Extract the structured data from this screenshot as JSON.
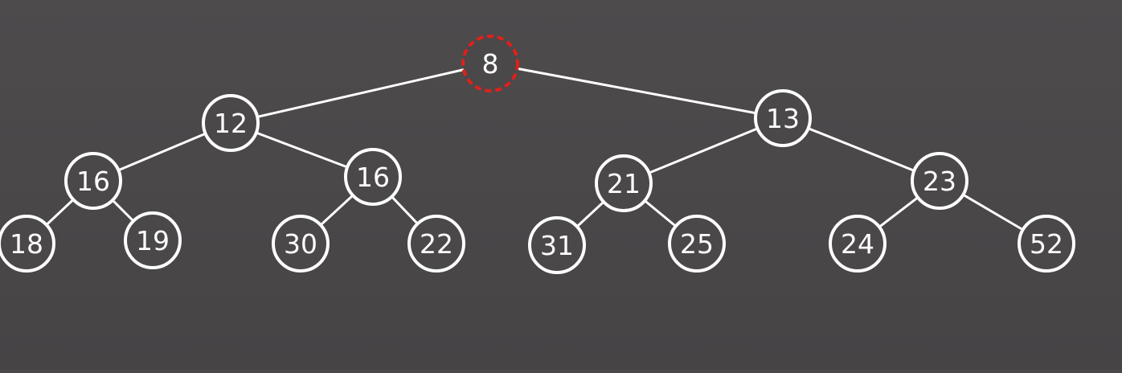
{
  "colors": {
    "background": "#4a4849",
    "node_stroke": "#ffffff",
    "node_fill": "#4a4849",
    "edge": "#ffffff",
    "highlight": "#e0201b",
    "text": "#ffffff"
  },
  "tree": {
    "nodes": [
      {
        "id": "n0",
        "label": "8",
        "highlighted": true
      },
      {
        "id": "n1",
        "label": "12"
      },
      {
        "id": "n2",
        "label": "13"
      },
      {
        "id": "n3",
        "label": "16"
      },
      {
        "id": "n4",
        "label": "16"
      },
      {
        "id": "n5",
        "label": "21"
      },
      {
        "id": "n6",
        "label": "23"
      },
      {
        "id": "n7",
        "label": "18"
      },
      {
        "id": "n8",
        "label": "19"
      },
      {
        "id": "n9",
        "label": "30"
      },
      {
        "id": "n10",
        "label": "22"
      },
      {
        "id": "n11",
        "label": "31"
      },
      {
        "id": "n12",
        "label": "25"
      },
      {
        "id": "n13",
        "label": "24"
      },
      {
        "id": "n14",
        "label": "52"
      }
    ],
    "edges": [
      [
        "n0",
        "n1"
      ],
      [
        "n0",
        "n2"
      ],
      [
        "n1",
        "n3"
      ],
      [
        "n1",
        "n4"
      ],
      [
        "n2",
        "n5"
      ],
      [
        "n2",
        "n6"
      ],
      [
        "n3",
        "n7"
      ],
      [
        "n3",
        "n8"
      ],
      [
        "n4",
        "n9"
      ],
      [
        "n4",
        "n10"
      ],
      [
        "n5",
        "n11"
      ],
      [
        "n5",
        "n12"
      ],
      [
        "n6",
        "n13"
      ],
      [
        "n6",
        "n14"
      ]
    ]
  }
}
